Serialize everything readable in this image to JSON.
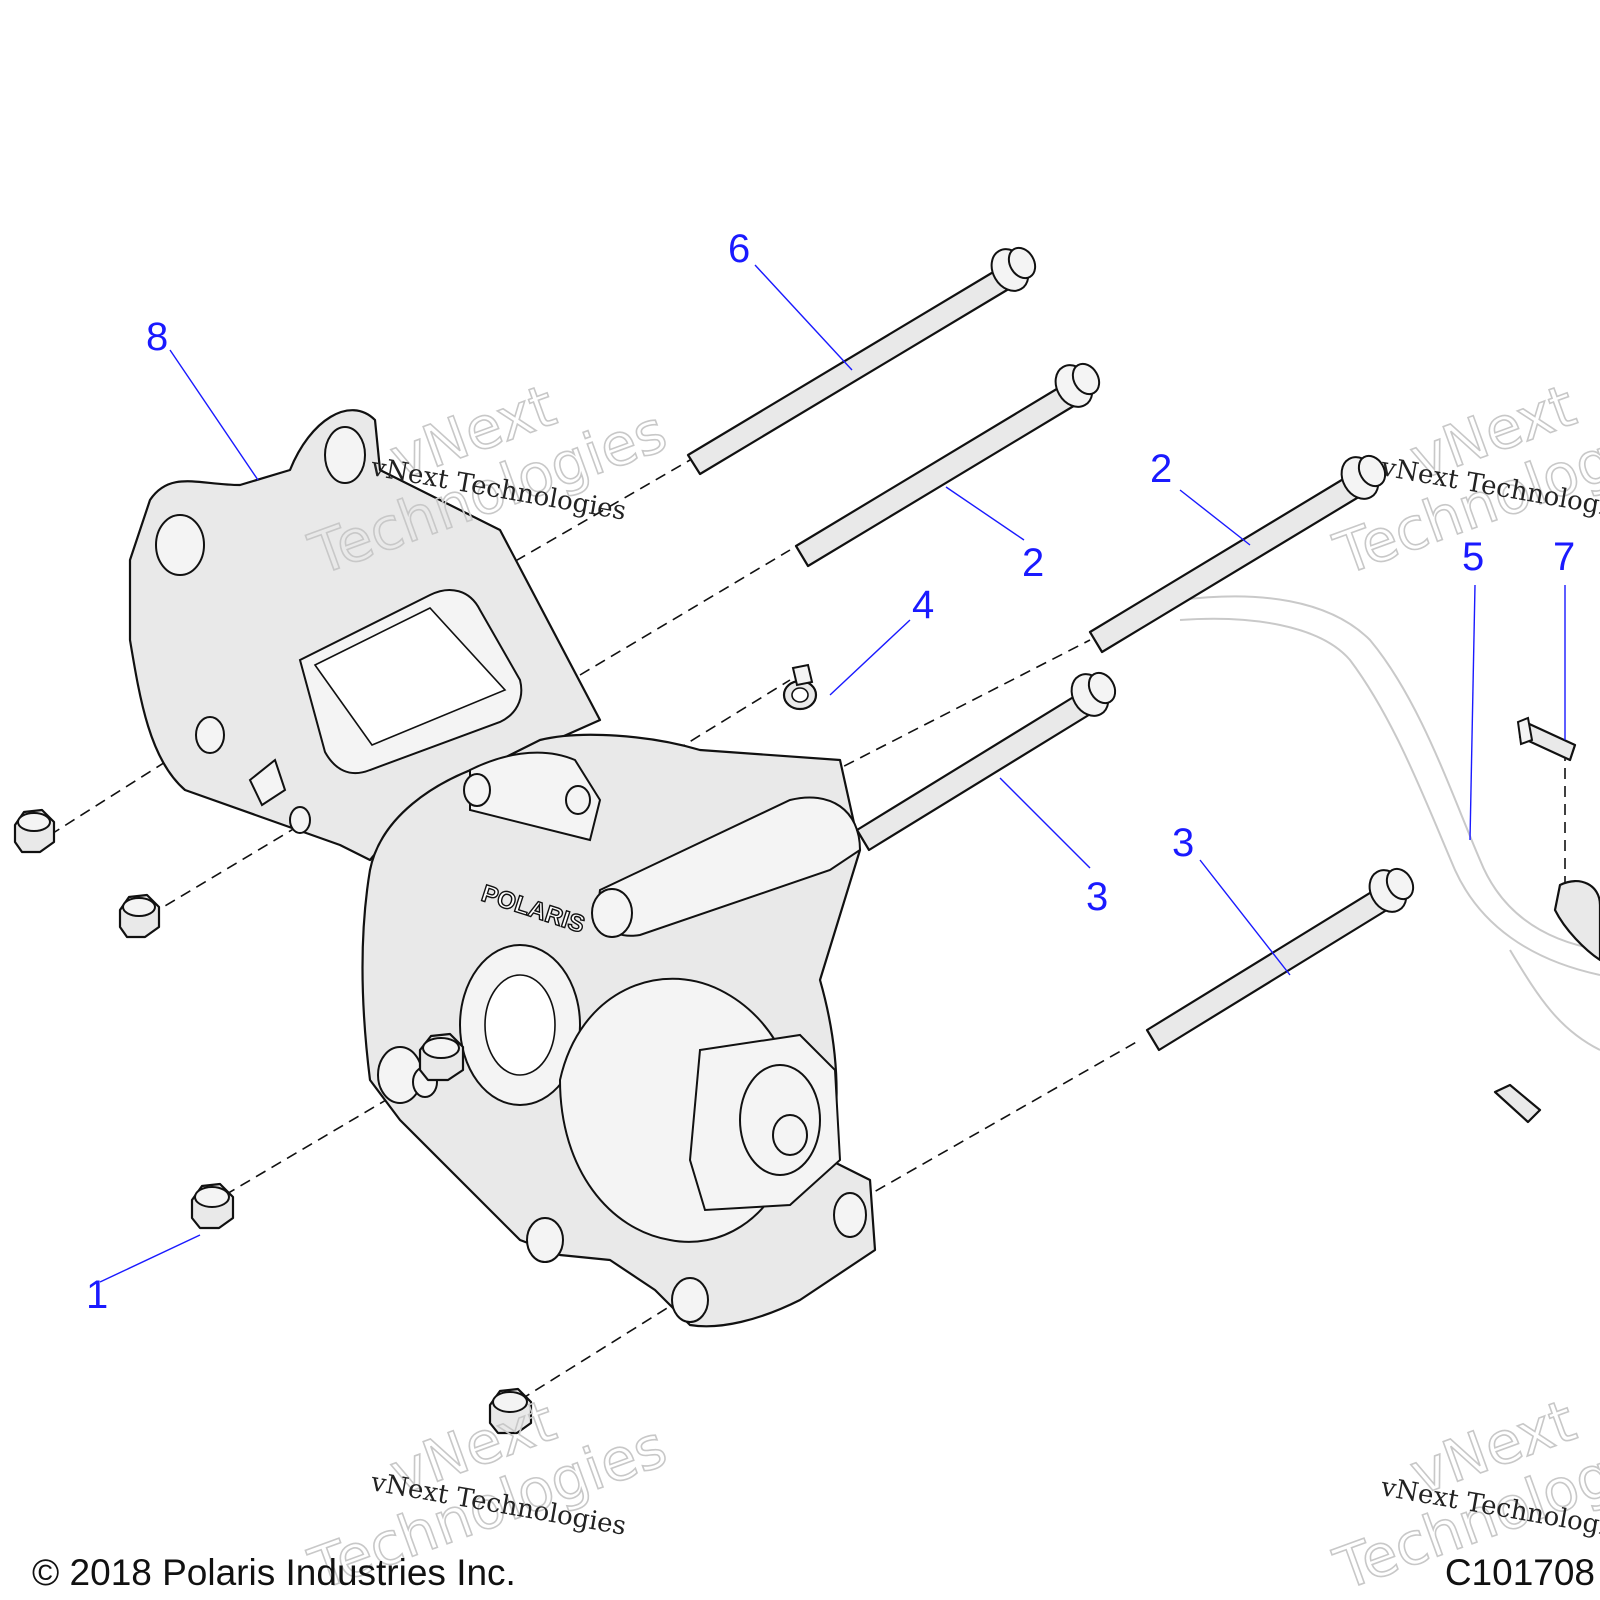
{
  "callouts": [
    {
      "id": "c1",
      "label": "1"
    },
    {
      "id": "c2a",
      "label": "2"
    },
    {
      "id": "c2b",
      "label": "2"
    },
    {
      "id": "c3a",
      "label": "3"
    },
    {
      "id": "c3b",
      "label": "3"
    },
    {
      "id": "c4",
      "label": "4"
    },
    {
      "id": "c5",
      "label": "5"
    },
    {
      "id": "c6",
      "label": "6"
    },
    {
      "id": "c7",
      "label": "7"
    },
    {
      "id": "c8",
      "label": "8"
    }
  ],
  "watermark": {
    "line": "vNext Technologies",
    "word1": "vNext",
    "word2": "Technologies"
  },
  "housing_brand": "POLARIS",
  "footer": {
    "copyright": "© 2018 Polaris Industries Inc.",
    "drawing_id": "C101708"
  },
  "colors": {
    "callout": "#1a1aff",
    "line_art": "#111111",
    "shading": "#e9e9e9"
  }
}
